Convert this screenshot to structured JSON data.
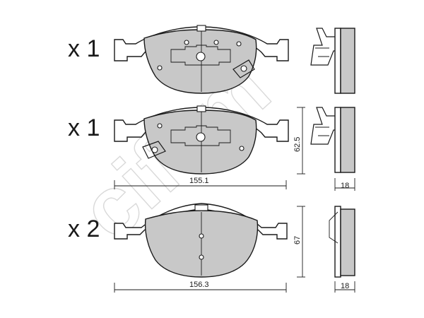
{
  "watermark": {
    "text": "cifam",
    "color": "#d9d9d9"
  },
  "rows": [
    {
      "quantity": "x 1",
      "variant": "with-wear-sensor-right",
      "width_label": "",
      "height_label": "",
      "thickness_label": ""
    },
    {
      "quantity": "x 1",
      "variant": "with-wear-sensor-left",
      "width_label": "155.1",
      "height_label": "62.5",
      "thickness_label": "18"
    },
    {
      "quantity": "x 2",
      "variant": "plain",
      "width_label": "156.3",
      "height_label": "67",
      "thickness_label": "18"
    }
  ],
  "colors": {
    "friction_material": "#c8c8c8",
    "outline": "#1a1a1a",
    "background": "#ffffff"
  }
}
